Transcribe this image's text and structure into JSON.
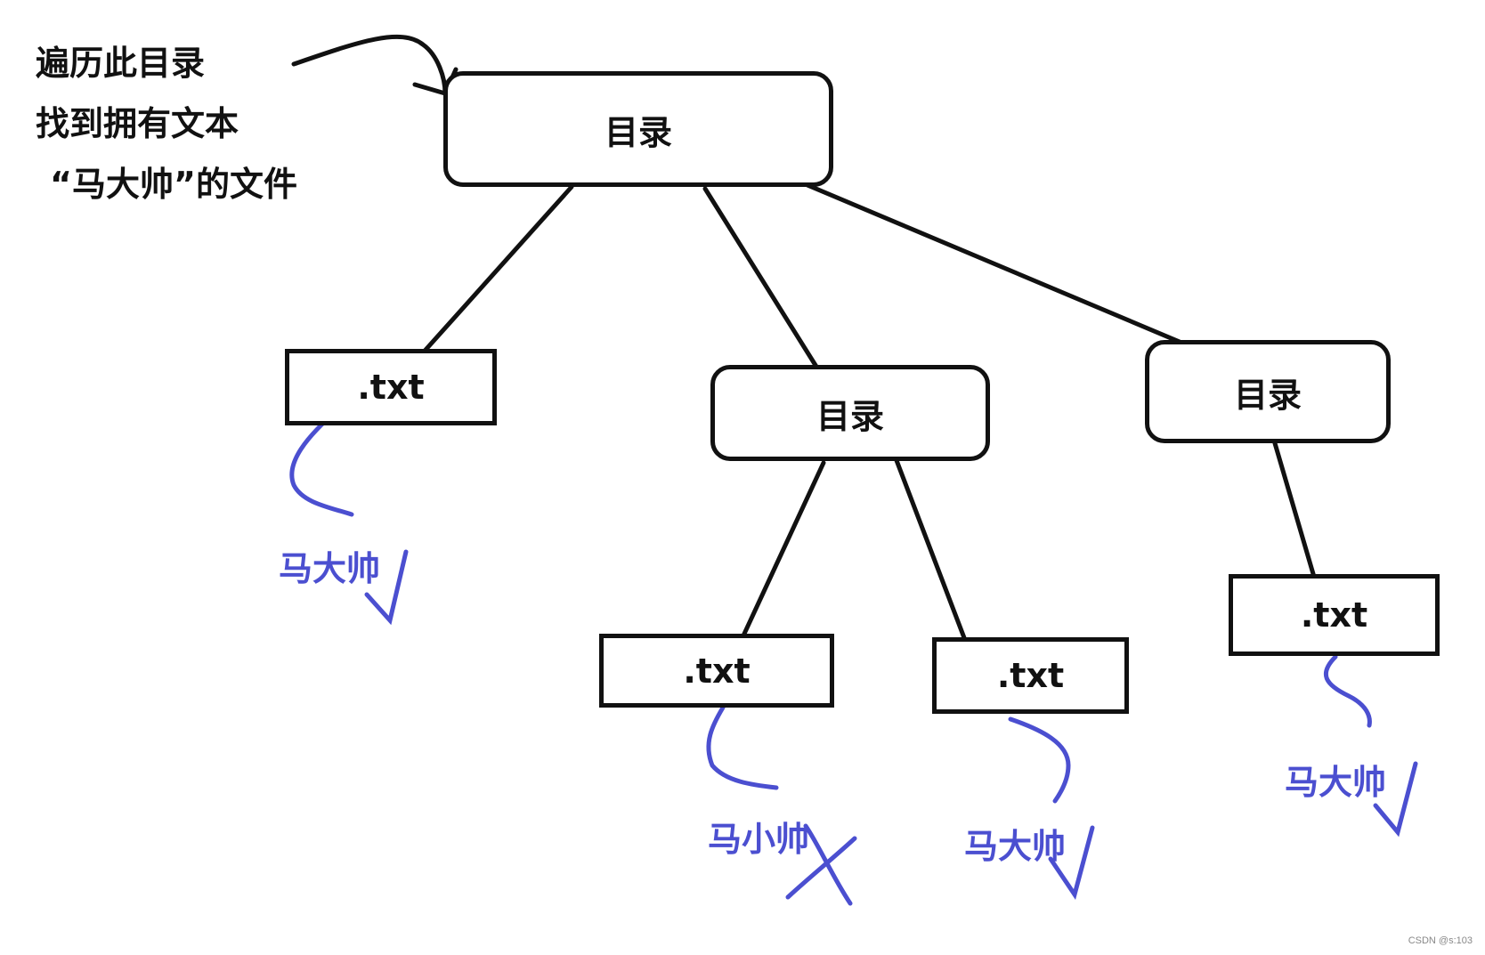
{
  "note": {
    "line1": "遍历此目录",
    "line2": "找到拥有文本",
    "line3": "“马大帅”的文件"
  },
  "nodes": {
    "root": "目录",
    "file_a": ".txt",
    "dir_b": "目录",
    "dir_c": "目录",
    "file_b1": ".txt",
    "file_b2": ".txt",
    "file_c1": ".txt"
  },
  "results": {
    "file_a": "马大帅",
    "file_b1": "马小帅",
    "file_b2": "马大帅",
    "file_c1": "马大帅"
  },
  "marks": {
    "file_a": "check",
    "file_b1": "cross",
    "file_b2": "check",
    "file_c1": "check"
  },
  "colors": {
    "ink": "#111111",
    "annotation": "#4b4fd0"
  },
  "watermark": "CSDN @s:103"
}
